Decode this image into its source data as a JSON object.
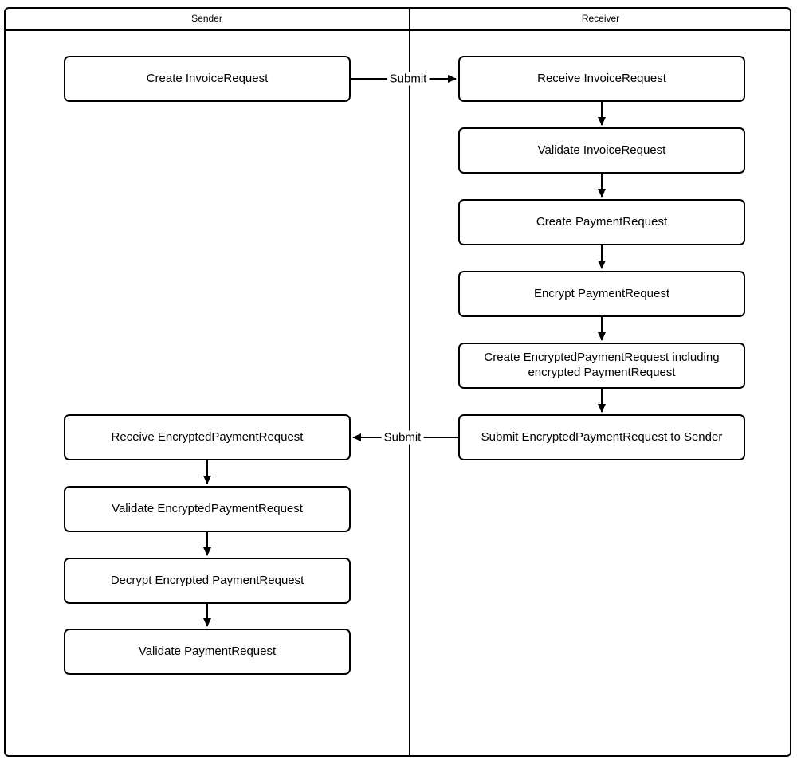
{
  "lanes": {
    "left_title": "Sender",
    "right_title": "Receiver"
  },
  "sender_boxes": [
    "Create InvoiceRequest",
    "Receive EncryptedPaymentRequest",
    "Validate EncryptedPaymentRequest",
    "Decrypt Encrypted PaymentRequest",
    "Validate PaymentRequest"
  ],
  "receiver_boxes": [
    "Receive InvoiceRequest",
    "Validate InvoiceRequest",
    "Create PaymentRequest",
    "Encrypt PaymentRequest",
    "Create EncryptedPaymentRequest including encrypted PaymentRequest",
    "Submit EncryptedPaymentRequest to Sender"
  ],
  "edge_labels": {
    "submit_top": "Submit",
    "submit_bottom": "Submit"
  },
  "edges": [
    {
      "from": "Create InvoiceRequest",
      "to": "Receive InvoiceRequest",
      "label": "Submit"
    },
    {
      "from": "Receive InvoiceRequest",
      "to": "Validate InvoiceRequest",
      "label": ""
    },
    {
      "from": "Validate InvoiceRequest",
      "to": "Create PaymentRequest",
      "label": ""
    },
    {
      "from": "Create PaymentRequest",
      "to": "Encrypt PaymentRequest",
      "label": ""
    },
    {
      "from": "Encrypt PaymentRequest",
      "to": "Create EncryptedPaymentRequest including encrypted PaymentRequest",
      "label": ""
    },
    {
      "from": "Create EncryptedPaymentRequest including encrypted PaymentRequest",
      "to": "Submit EncryptedPaymentRequest to Sender",
      "label": ""
    },
    {
      "from": "Submit EncryptedPaymentRequest to Sender",
      "to": "Receive EncryptedPaymentRequest",
      "label": "Submit"
    },
    {
      "from": "Receive EncryptedPaymentRequest",
      "to": "Validate EncryptedPaymentRequest",
      "label": ""
    },
    {
      "from": "Validate EncryptedPaymentRequest",
      "to": "Decrypt Encrypted PaymentRequest",
      "label": ""
    },
    {
      "from": "Decrypt Encrypted PaymentRequest",
      "to": "Validate PaymentRequest",
      "label": ""
    }
  ],
  "colors": {
    "line": "#000000",
    "background": "#ffffff"
  }
}
